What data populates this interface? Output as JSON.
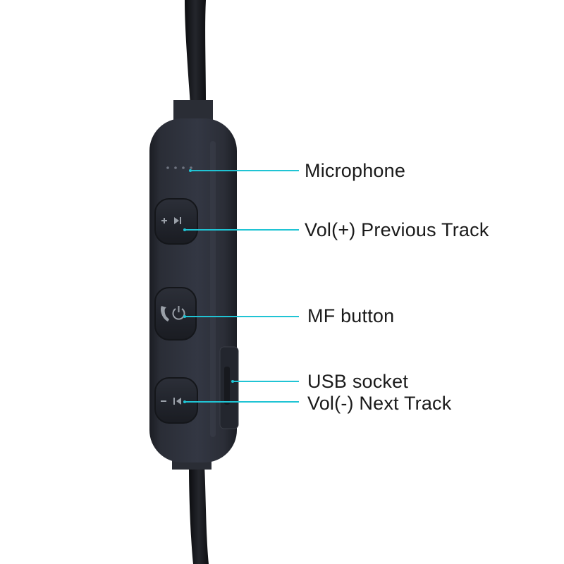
{
  "callouts": {
    "microphone": "Microphone",
    "vol_up_prev": "Vol(+) Previous Track",
    "mf_button": "MF button",
    "usb_socket": "USB socket",
    "vol_down_next": "Vol(-) Next Track"
  },
  "icons": {
    "top_button": [
      "plus-icon",
      "play-skip-icon"
    ],
    "middle_button": [
      "phone-icon",
      "power-icon"
    ],
    "bottom_button": [
      "minus-icon",
      "skip-back-icon"
    ]
  },
  "colors": {
    "leader_line": "#20c4d4",
    "device_body": "#2a2d35",
    "cable": "#16181c"
  }
}
